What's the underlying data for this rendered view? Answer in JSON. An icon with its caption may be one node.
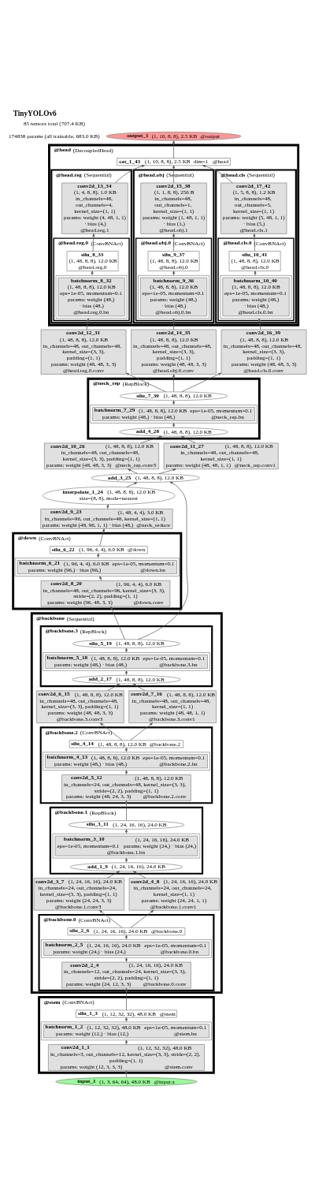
{
  "diagram": {
    "title": "TinyYOLOv6",
    "nodes": [
      {
        "text": [
          "output_1",
          "(1, 10, 8, 8), 2.5 KB",
          "@output"
        ]
      },
      {
        "text": [
          "@head",
          "(DecoupledHead)"
        ]
      },
      {
        "text": [
          "cat_1_43",
          "(1, 10, 8, 8), 2.5 KB",
          "dim=1",
          "@head"
        ],
        "in": 1
      },
      {
        "text": [
          "@head.reg",
          "(Sequential)"
        ],
        "in": 1
      },
      {
        "text": [
          "conv2d_13_34",
          "(1, 4, 8, 8), 1.0 KB",
          "in_channels=48, out_channels=4, kernel_size=(1, 1)",
          "params: weight (4, 48, 1, 1) · bias (4,)",
          "@head.reg.1"
        ],
        "in": 3
      },
      {
        "text": [
          "@head.reg.0",
          "(ConvBNAct)"
        ],
        "in": 3
      },
      {
        "text": [
          "silu_8_33",
          "(1, 48, 8, 8), 12.0 KB",
          "@head.reg.0"
        ],
        "in": 5
      },
      {
        "text": [
          "batchnorm_8_32",
          "(1, 48, 8, 8), 12.0 KB",
          "eps=1e-05, momentum=0.1",
          "params: weight (48,) · bias (48,)",
          "@head.reg.0.bn"
        ],
        "in": 5
      },
      {
        "text": [
          "@head.obj",
          "(Sequential)"
        ],
        "in": 1
      },
      {
        "text": [
          "conv2d_15_38",
          "(1, 1, 8, 8), 256 B",
          "in_channels=48, out_channels=1, kernel_size=(1, 1)",
          "params: weight (1, 48, 1, 1) · bias (1,)",
          "@head.obj.1"
        ],
        "in": 8
      },
      {
        "text": [
          "@head.obj.0",
          "(ConvBNAct)"
        ],
        "in": 8
      },
      {
        "text": [
          "silu_9_37",
          "(1, 48, 8, 8), 12.0 KB",
          "@head.obj.0"
        ],
        "in": 10
      },
      {
        "text": [
          "batchnorm_9_36",
          "(1, 48, 8, 8), 12.0 KB",
          "eps=1e-05, momentum=0.1",
          "params: weight (48,) · bias (48,)",
          "@head.obj.0.bn"
        ],
        "in": 10
      },
      {
        "text": [
          "@head.cls",
          "(Sequential)"
        ],
        "in": 1
      },
      {
        "text": [
          "conv2d_17_42",
          "(1, 5, 8, 8), 1.2 KB",
          "in_channels=48, out_channels=5, kernel_size=(1, 1)",
          "params: weight (5, 48, 1, 1) · bias (5,)",
          "@head.cls.1"
        ],
        "in": 13
      },
      {
        "text": [
          "@head.cls.0",
          "(ConvBNAct)"
        ],
        "in": 13
      },
      {
        "text": [
          "silu_10_41",
          "(1, 48, 8, 8), 12.0 KB",
          "@head.cls.0"
        ],
        "in": 15
      },
      {
        "text": [
          "batchnorm_10_40",
          "(1, 48, 8, 8), 12.0 KB",
          "eps=1e-05, momentum=0.1",
          "params: weight (48,) · bias (48,)",
          "@head.cls.0.bn"
        ],
        "in": 15
      },
      {
        "text": [
          "conv2d_12_31",
          "(1, 48, 8, 8), 12.0 KB",
          "in_channels=48, out_channels=48, kernel_size=(3, 3), padding=(1, 1)",
          "params: weight (48, 48, 3, 3)",
          "@head.reg.0.conv"
        ]
      },
      {
        "text": [
          "conv2d_14_35",
          "(1, 48, 8, 8), 12.0 KB",
          "in_channels=48, out_channels=48, kernel_size=(3, 3), padding=(1, 1)",
          "params: weight (48, 48, 3, 3)",
          "@head.obj.0.conv"
        ]
      },
      {
        "text": [
          "conv2d_16_39",
          "(1, 48, 8, 8), 12.0 KB",
          "in_channels=48, out_channels=48, kernel_size=(3, 3), padding=(1, 1)",
          "params: weight (48, 48, 3, 3)",
          "@head.cls.0.conv"
        ]
      },
      {
        "text": [
          "@neck_rep",
          "(RepBlock)"
        ]
      },
      {
        "text": [
          "silu_7_30",
          "(1, 48, 8, 8), 12.0 KB"
        ],
        "in": 21
      },
      {
        "text": [
          "batchnorm_7_29",
          "(1, 48, 8, 8), 12.0 KB",
          "eps=1e-05, momentum=0.1",
          "params: weight (48,) · bias (48,)",
          "@neck_rep.bn"
        ],
        "in": 21
      },
      {
        "text": [
          "add_4_28",
          "(1, 48, 8, 8), 12.0 KB"
        ],
        "in": 21
      },
      {
        "text": [
          "conv2d_10_26",
          "(1, 48, 8, 8), 12.0 KB",
          "in_channels=48, out_channels=48, kernel_size=(3, 3), padding=(1, 1)",
          "params: weight (48, 48, 3, 3)",
          "@neck_rep.conv3"
        ]
      },
      {
        "text": [
          "conv2d_11_27",
          "(1, 48, 8, 8), 12.0 KB",
          "in_channels=48, out_channels=48, kernel_size=(1, 1)",
          "params: weight (48, 48, 1, 1)",
          "@neck_rep.conv1"
        ]
      },
      {
        "text": [
          "add_3_25",
          "(1, 48, 8, 8), 12.0 KB"
        ]
      },
      {
        "text": [
          "interpolate_1_24",
          "(1, 48, 8, 8), 12.0 KB",
          "size=(8, 8), mode=nearest"
        ]
      },
      {
        "text": [
          "conv2d_9_23",
          "(1, 48, 4, 4), 3.0 KB",
          "in_channels=96, out_channels=48, kernel_size=(1, 1)",
          "params: weight (48, 96, 1, 1) · bias (48,)",
          "@neck_reduce"
        ]
      },
      {
        "text": [
          "@down",
          "(ConvBNAct)"
        ]
      },
      {
        "text": [
          "silu_6_22",
          "(1, 96, 4, 4), 6.0 KB",
          "@down"
        ],
        "in": 30
      },
      {
        "text": [
          "batchnorm_6_21",
          "(1, 96, 4, 4), 6.0 KB",
          "eps=1e-05, momentum=0.1",
          "params: weight (96,) · bias (96,)",
          "@down.bn"
        ],
        "in": 30
      },
      {
        "text": [
          "conv2d_8_20",
          "(1, 96, 4, 4), 6.0 KB",
          "in_channels=48, out_channels=96, kernel_size=(3, 3), stride=(2, 2), padding=(1, 1)",
          "params: weight (96, 48, 3, 3)",
          "@down.conv"
        ],
        "in": 30
      },
      {
        "text": [
          "@backbone",
          "(Sequential)"
        ]
      },
      {
        "text": [
          "@backbone.3",
          "(RepBlock)"
        ],
        "in": 34
      },
      {
        "text": [
          "silu_5_19",
          "(1, 48, 8, 8), 12.0 KB"
        ],
        "in": 35
      },
      {
        "text": [
          "batchnorm_5_18",
          "(1, 48, 8, 8), 12.0 KB",
          "eps=1e-05, momentum=0.1",
          "params: weight (48,) · bias (48,)",
          "@backbone.3.bn"
        ],
        "in": 35
      },
      {
        "text": [
          "add_2_17",
          "(1, 48, 8, 8), 12.0 KB"
        ],
        "in": 35
      },
      {
        "text": [
          "conv2d_6_15",
          "(1, 48, 8, 8), 12.0 KB",
          "in_channels=48, out_channels=48, kernel_size=(3, 3), padding=(1, 1)",
          "params: weight (48, 48, 3, 3)",
          "@backbone.3.conv3"
        ],
        "in": 34
      },
      {
        "text": [
          "conv2d_7_16",
          "(1, 48, 8, 8), 12.0 KB",
          "in_channels=48, out_channels=48, kernel_size=(1, 1)",
          "params: weight (48, 48, 1, 1)",
          "@backbone.3.conv1"
        ],
        "in": 34
      },
      {
        "text": [
          "@backbone.2",
          "(ConvBNAct)"
        ],
        "in": 34
      },
      {
        "text": [
          "silu_4_14",
          "(1, 48, 8, 8), 12.0 KB",
          "@backbone.2"
        ],
        "in": 41
      },
      {
        "text": [
          "batchnorm_4_13",
          "(1, 48, 8, 8), 12.0 KB",
          "eps=1e-05, momentum=0.1",
          "params: weight (48,) · bias (48,)",
          "@backbone.2.bn"
        ],
        "in": 41
      },
      {
        "text": [
          "conv2d_5_12",
          "(1, 48, 8, 8), 12.0 KB",
          "in_channels=24, out_channels=48, kernel_size=(3, 3), stride=(2, 2), padding=(1, 1)",
          "params: weight (48, 24, 3, 3)",
          "@backbone.2.conv"
        ],
        "in": 41
      },
      {
        "text": [
          "@backbone.1",
          "(RepBlock)"
        ],
        "in": 34
      },
      {
        "text": [
          "silu_3_11",
          "(1, 24, 16, 16), 24.0 KB"
        ],
        "in": 45
      },
      {
        "text": [
          "batchnorm_3_10",
          "(1, 24, 16, 16), 24.0 KB",
          "eps=1e-05, momentum=0.1",
          "params: weight (24,) · bias (24,)",
          "@backbone.1.bn"
        ],
        "in": 45
      },
      {
        "text": [
          "add_1_9",
          "(1, 24, 16, 16), 24.0 KB"
        ],
        "in": 45
      },
      {
        "text": [
          "conv2d_3_7",
          "(1, 24, 16, 16), 24.0 KB",
          "in_channels=24, out_channels=24, kernel_size=(3, 3), padding=(1, 1)",
          "params: weight (24, 24, 3, 3)",
          "@backbone.1.conv3"
        ],
        "in": 34
      },
      {
        "text": [
          "conv2d_4_8",
          "(1, 24, 16, 16), 24.0 KB",
          "in_channels=24, out_channels=24, kernel_size=(1, 1)",
          "params: weight (24, 24, 1, 1)",
          "@backbone.1.conv1"
        ],
        "in": 34
      },
      {
        "text": [
          "@backbone.0",
          "(ConvBNAct)"
        ],
        "in": 34
      },
      {
        "text": [
          "silu_2_6",
          "(1, 24, 16, 16), 24.0 KB",
          "@backbone.0"
        ],
        "in": 51
      },
      {
        "text": [
          "batchnorm_2_5",
          "(1, 24, 16, 16), 24.0 KB",
          "eps=1e-05, momentum=0.1",
          "params: weight (24,) · bias (24,)",
          "@backbone.0.bn"
        ],
        "in": 51
      },
      {
        "text": [
          "conv2d_2_4",
          "(1, 24, 16, 16), 24.0 KB",
          "in_channels=12, out_channels=24, kernel_size=(3, 3), stride=(2, 2), padding=(1, 1)",
          "params: weight (24, 12, 3, 3)",
          "@backbone.0.conv"
        ],
        "in": 51
      },
      {
        "text": [
          "@stem",
          "(ConvBNAct)"
        ]
      },
      {
        "text": [
          "silu_1_3",
          "(1, 12, 32, 32), 48.0 KB",
          "@stem"
        ],
        "in": 55
      },
      {
        "text": [
          "batchnorm_1_2",
          "(1, 12, 32, 32), 48.0 KB",
          "eps=1e-05, momentum=0.1",
          "params: weight (12,) · bias (12,)",
          "@stem.bn"
        ],
        "in": 55
      },
      {
        "text": [
          "conv2d_1_1",
          "(1, 12, 32, 32), 48.0 KB",
          "in_channels=3, out_channels=12, kernel_size=(3, 3), stride=(2, 2), padding=(1, 1)",
          "params: weight (12, 3, 3, 3)",
          "@stem.conv"
        ],
        "in": 55
      },
      {
        "text": [
          "input_1",
          "(1, 3, 64, 64), 48.0 KB",
          "@input.x"
        ]
      }
    ],
    "edges": [
      {
        "from": 59,
        "to": 58,
        "arrow": "to"
      },
      {
        "from": 58,
        "to": 57,
        "arrow": "to"
      },
      {
        "from": 57,
        "to": 56,
        "arrow": "to"
      },
      {
        "from": 56,
        "to": 54,
        "arrow": "to"
      },
      {
        "from": 54,
        "to": 53,
        "arrow": "to"
      },
      {
        "from": 53,
        "to": 52,
        "arrow": "to"
      },
      {
        "from": 52,
        "to": 49,
        "arrow": "to"
      },
      {
        "from": 52,
        "to": 50,
        "arrow": "to"
      },
      {
        "from": 49,
        "to": 48,
        "arrow": "to"
      },
      {
        "from": 50,
        "to": 48,
        "arrow": "to"
      },
      {
        "from": 48,
        "to": 47,
        "arrow": "to"
      },
      {
        "from": 47,
        "to": 46,
        "arrow": "to"
      },
      {
        "from": 46,
        "to": 44,
        "arrow": "to"
      },
      {
        "from": 44,
        "to": 43,
        "arrow": "to"
      },
      {
        "from": 43,
        "to": 42,
        "arrow": "to"
      },
      {
        "from": 42,
        "to": 39,
        "arrow": "to"
      },
      {
        "from": 42,
        "to": 40,
        "arrow": "to"
      },
      {
        "from": 39,
        "to": 38,
        "arrow": "to"
      },
      {
        "from": 40,
        "to": 38,
        "arrow": "to"
      },
      {
        "from": 38,
        "to": 37,
        "arrow": "to"
      },
      {
        "from": 37,
        "to": 36,
        "arrow": "to"
      },
      {
        "from": 36,
        "to": 33,
        "arrow": "to"
      },
      {
        "from": 33,
        "to": 32,
        "arrow": "to"
      },
      {
        "from": 32,
        "to": 31,
        "arrow": "to"
      },
      {
        "from": 31,
        "to": 29,
        "arrow": "to"
      },
      {
        "from": 29,
        "to": 28,
        "arrow": "to"
      },
      {
        "from": 28,
        "to": 27,
        "arrow": "to"
      },
      {
        "from": 36,
        "to": 27,
        "arrow": "to"
      },
      {
        "from": 27,
        "to": 25,
        "arrow": "to"
      },
      {
        "from": 27,
        "to": 26,
        "arrow": "to"
      },
      {
        "from": 25,
        "to": 24,
        "arrow": "to"
      },
      {
        "from": 26,
        "to": 24,
        "arrow": "to"
      },
      {
        "from": 24,
        "to": 23,
        "arrow": "to"
      },
      {
        "from": 23,
        "to": 22,
        "arrow": "to"
      },
      {
        "from": 22,
        "to": 18,
        "arrow": "to"
      },
      {
        "from": 22,
        "to": 19,
        "arrow": "to"
      },
      {
        "from": 22,
        "to": 20,
        "arrow": "to"
      },
      {
        "from": 18,
        "to": 7,
        "arrow": "to"
      },
      {
        "from": 7,
        "to": 6,
        "arrow": "to"
      },
      {
        "from": 6,
        "to": 4,
        "arrow": "to"
      },
      {
        "from": 4,
        "to": 2,
        "arrow": "to"
      },
      {
        "from": 19,
        "to": 12,
        "arrow": "to"
      },
      {
        "from": 12,
        "to": 11,
        "arrow": "to"
      },
      {
        "from": 11,
        "to": 9,
        "arrow": "to"
      },
      {
        "from": 9,
        "to": 2,
        "arrow": "to"
      },
      {
        "from": 20,
        "to": 17,
        "arrow": "to"
      },
      {
        "from": 17,
        "to": 16,
        "arrow": "to"
      },
      {
        "from": 16,
        "to": 14,
        "arrow": "to"
      },
      {
        "from": 14,
        "to": 2,
        "arrow": "to"
      },
      {
        "from": 2,
        "to": 0,
        "arrow": "to"
      }
    ],
    "labels": [
      "85 tensors total (707.4 KB)",
      "174838 params (all trainable, 683.0 KB)"
    ]
  }
}
